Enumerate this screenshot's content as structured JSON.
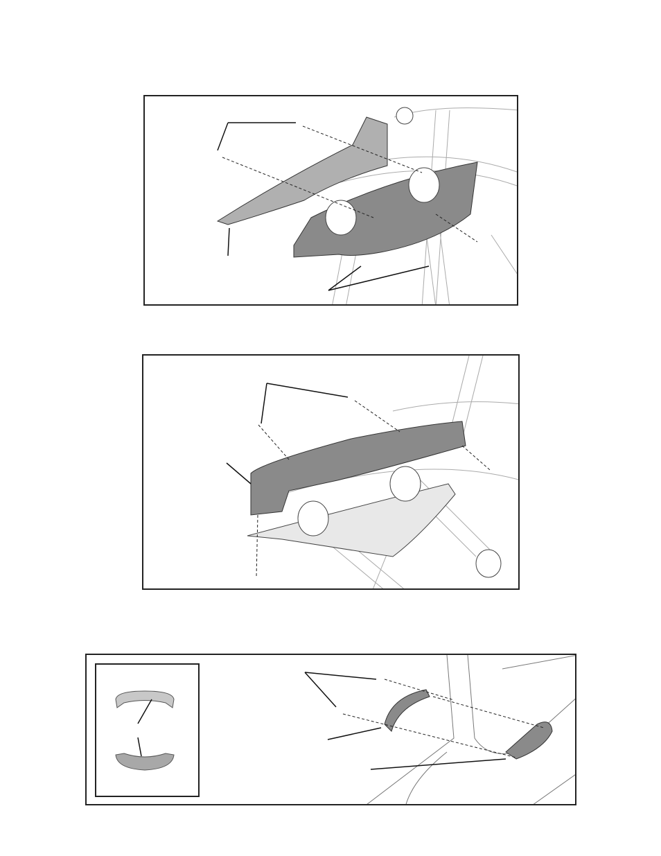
{
  "figures": [
    {
      "id": "cover-removal-step-1"
    },
    {
      "id": "cover-removal-step-2"
    },
    {
      "id": "handle-removal-step-3"
    }
  ],
  "colors": {
    "line": "#222222",
    "part_fill": "#8a8a8a",
    "frame_fill": "#ffffff",
    "light_line": "#9a9a9a"
  }
}
